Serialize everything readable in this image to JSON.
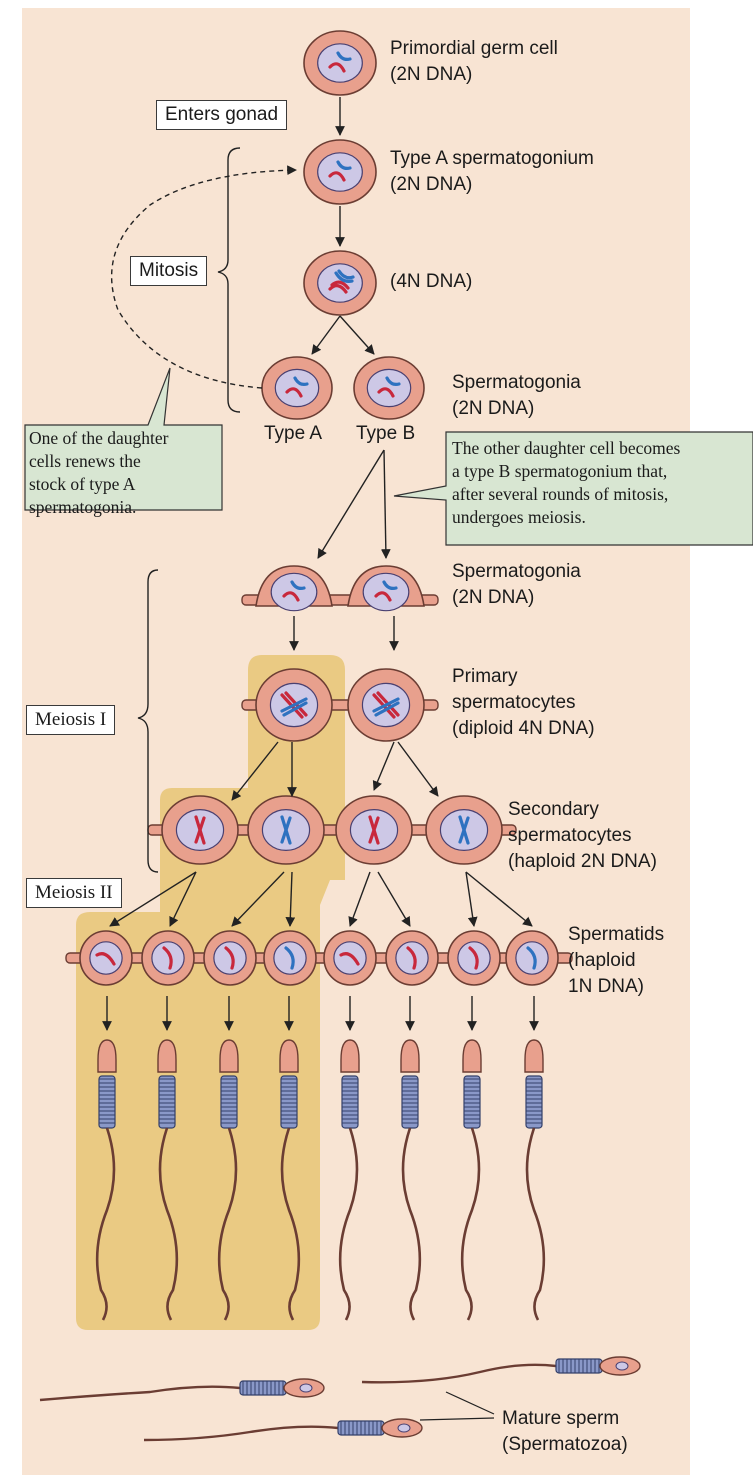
{
  "colors": {
    "background": "#f8e4d3",
    "highlight": "#e8c77a",
    "cell_fill": "#e8a08d",
    "nucleus_fill": "#cdc8e6",
    "chrom_red": "#c8283c",
    "chrom_blue": "#2e72c0",
    "callout_fill": "#d8e6d2"
  },
  "labels": {
    "pgc_line1": "Primordial germ cell",
    "pgc_line2": "(2N DNA)",
    "typeA_line1": "Type A spermatogonium",
    "typeA_line2": "(2N DNA)",
    "fourN": "(4N DNA)",
    "spg1_line1": "Spermatogonia",
    "spg1_line2": "(2N DNA)",
    "type_a": "Type A",
    "type_b": "Type B",
    "spg2_line1": "Spermatogonia",
    "spg2_line2": "(2N DNA)",
    "primary_line1": "Primary",
    "primary_line2": "spermatocytes",
    "primary_line3": "(diploid 4N DNA)",
    "secondary_line1": "Secondary",
    "secondary_line2": "spermatocytes",
    "secondary_line3": "(haploid 2N DNA)",
    "spermatids_line1": "Spermatids",
    "spermatids_line2": "(haploid",
    "spermatids_line3": "1N DNA)",
    "mature_line1": "Mature sperm",
    "mature_line2": "(Spermatozoa)"
  },
  "boxes": {
    "enters_gonad": "Enters gonad",
    "mitosis": "Mitosis",
    "meiosis1": "Meiosis I",
    "meiosis2": "Meiosis II"
  },
  "callouts": {
    "left": [
      "One of the daughter",
      "cells renews the",
      "stock of type A",
      "spermatogonia."
    ],
    "right": [
      "The other daughter cell becomes",
      "a type B spermatogonium that,",
      "after several rounds of mitosis,",
      "undergoes meiosis."
    ]
  }
}
